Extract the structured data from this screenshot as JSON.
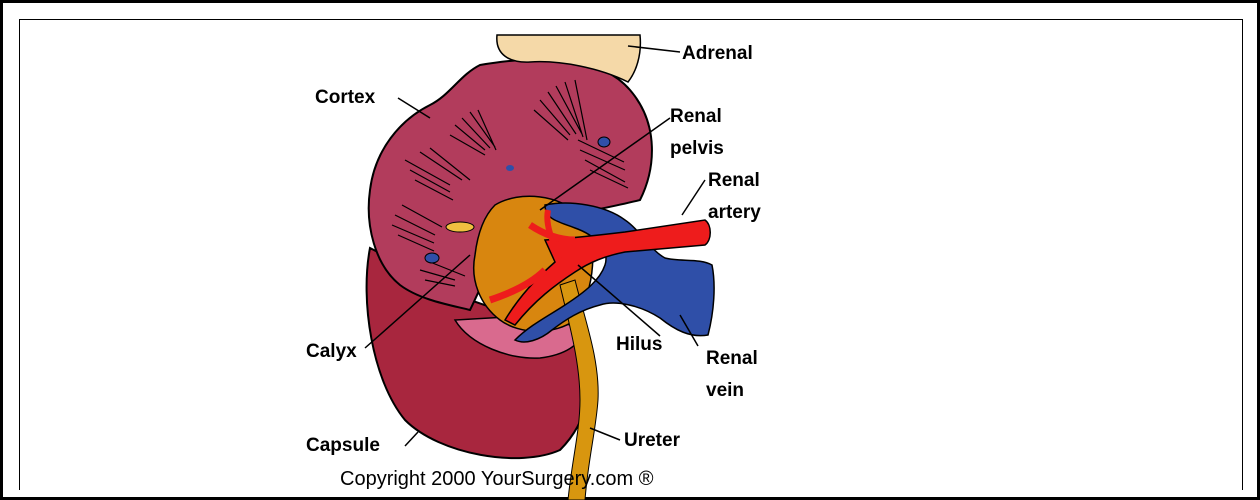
{
  "labels": {
    "adrenal": "Adrenal",
    "cortex": "Cortex",
    "renal_pelvis_1": "Renal",
    "renal_pelvis_2": "pelvis",
    "renal_artery_1": "Renal",
    "renal_artery_2": "artery",
    "hilus": "Hilus",
    "renal_vein_1": "Renal",
    "renal_vein_2": "vein",
    "calyx": "Calyx",
    "capsule": "Capsule",
    "ureter": "Ureter"
  },
  "copyright": "Copyright 2000 YourSurgery.com ®",
  "colors": {
    "cortex": "#b23c5c",
    "capsule": "#a8263e",
    "adrenal": "#f5d9a8",
    "pelvis": "#d8860f",
    "artery": "#ee1c1c",
    "vein": "#2f4fa8",
    "calyx_inner": "#d96a8e"
  }
}
